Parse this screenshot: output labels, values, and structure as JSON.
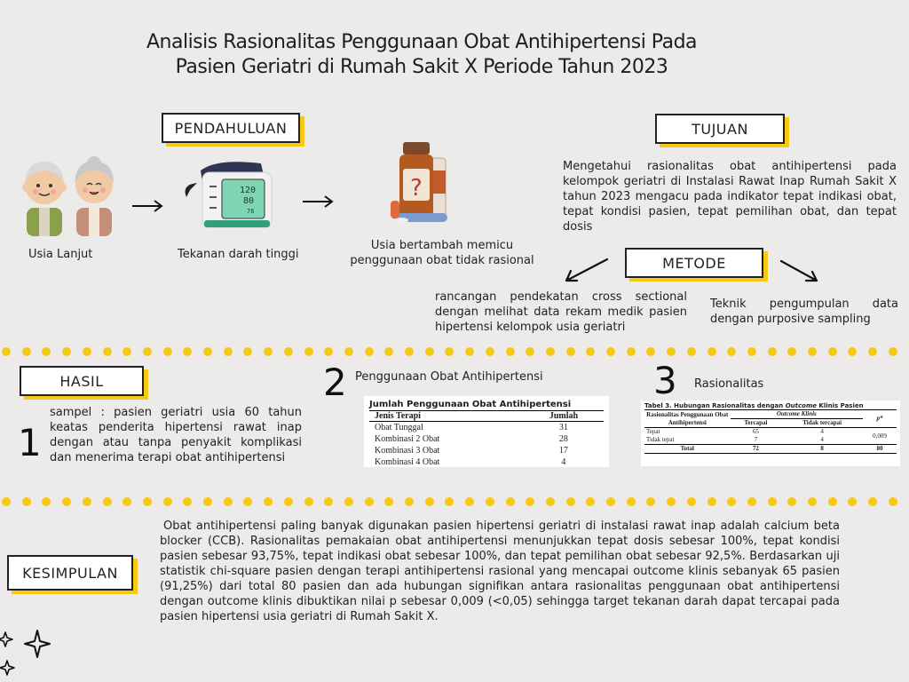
{
  "title": {
    "line1": "Analisis Rasionalitas Penggunaan Obat Antihipertensi Pada",
    "line2": "Pasien Geriatri di Rumah Sakit X Periode Tahun 2023"
  },
  "pendahuluan": {
    "heading": "PENDAHULUAN",
    "step1": "Usia Lanjut",
    "step2": "Tekanan darah tinggi",
    "step3_line1": "Usia bertambah memicu",
    "step3_line2": "penggunaan obat tidak rasional",
    "bp_readout": [
      "120",
      "80",
      "76"
    ]
  },
  "tujuan": {
    "heading": "TUJUAN",
    "text": "Mengetahui rasionalitas obat antihipertensi pada kelompok geriatri di Instalasi Rawat Inap Rumah Sakit X tahun 2023 mengacu pada indikator tepat indikasi obat, tepat kondisi pasien, tepat pemilihan obat, dan tepat dosis"
  },
  "metode": {
    "heading": "METODE",
    "left": "rancangan pendekatan cross sectional dengan melihat data rekam medik pasien hipertensi kelompok usia geriatri",
    "right": "Teknik pengumpulan data dengan purposive sampling"
  },
  "hasil": {
    "heading": "HASIL",
    "n1": "1",
    "text1": "sampel : pasien geriatri usia 60 tahun keatas penderita hipertensi rawat inap dengan atau tanpa penyakit komplikasi dan menerima terapi obat antihipertensi",
    "n2": "2",
    "label2": "Penggunaan Obat Antihipertensi",
    "n3": "3",
    "label3": "Rasionalitas"
  },
  "table1": {
    "caption": "Jumlah Penggunaan Obat Antihipertensi",
    "headers": [
      "Jenis Terapi",
      "Jumlah"
    ],
    "rows": [
      [
        "Obat Tunggal",
        "31"
      ],
      [
        "Kombinasi 2 Obat",
        "28"
      ],
      [
        "Kombinasi 3 Obat",
        "17"
      ],
      [
        "Kombinasi 4 Obat",
        "4"
      ]
    ]
  },
  "table2": {
    "caption_a": "Tabel 3. Hubungan Rasionalitas dengan ",
    "caption_b": "Outcome",
    "caption_c": " Klinis Pasien",
    "h_left": "Rasionalitas Penggunaan Obat Antihipertensi",
    "h_group": "Outcome Klinis",
    "h_p": "p*",
    "h_sub1": "Tercapai",
    "h_sub2": "Tidak tercapai",
    "rows": [
      [
        "Tepat",
        "65",
        "4"
      ],
      [
        "Tidak tepat",
        "7",
        "4"
      ]
    ],
    "p_value": "0,009",
    "total": [
      "Total",
      "72",
      "8",
      "80"
    ]
  },
  "kesimpulan": {
    "heading": "KESIMPULAN",
    "text": "Obat antihipertensi paling banyak digunakan pasien hipertensi geriatri di instalasi rawat inap adalah calcium beta blocker (CCB). Rasionalitas pemakaian obat antihipertensi menunjukkan tepat dosis sebesar 100%, tepat kondisi pasien sebesar 93,75%, tepat indikasi obat sebesar 100%, dan tepat pemilihan obat sebesar 92,5%. Berdasarkan uji statistik chi-square pasien dengan terapi antihipertensi rasional yang mencapai outcome klinis sebanyak 65 pasien (91,25%) dari total 80 pasien dan ada hubungan signifikan antara rasionalitas penggunaan obat antihipertensi dengan outcome klinis dibuktikan nilai p sebesar 0,009 (<0,05) sehingga target tekanan darah dapat tercapai pada pasien hipertensi usia geriatri di Rumah Sakit X."
  },
  "colors": {
    "accent": "#f6c915",
    "background": "#ecebea",
    "ink": "#222222"
  },
  "icons": [
    "elderly-couple-icon",
    "blood-pressure-monitor-icon",
    "medicine-bottles-icon",
    "arrow-right-icon",
    "sparkle-icon"
  ]
}
